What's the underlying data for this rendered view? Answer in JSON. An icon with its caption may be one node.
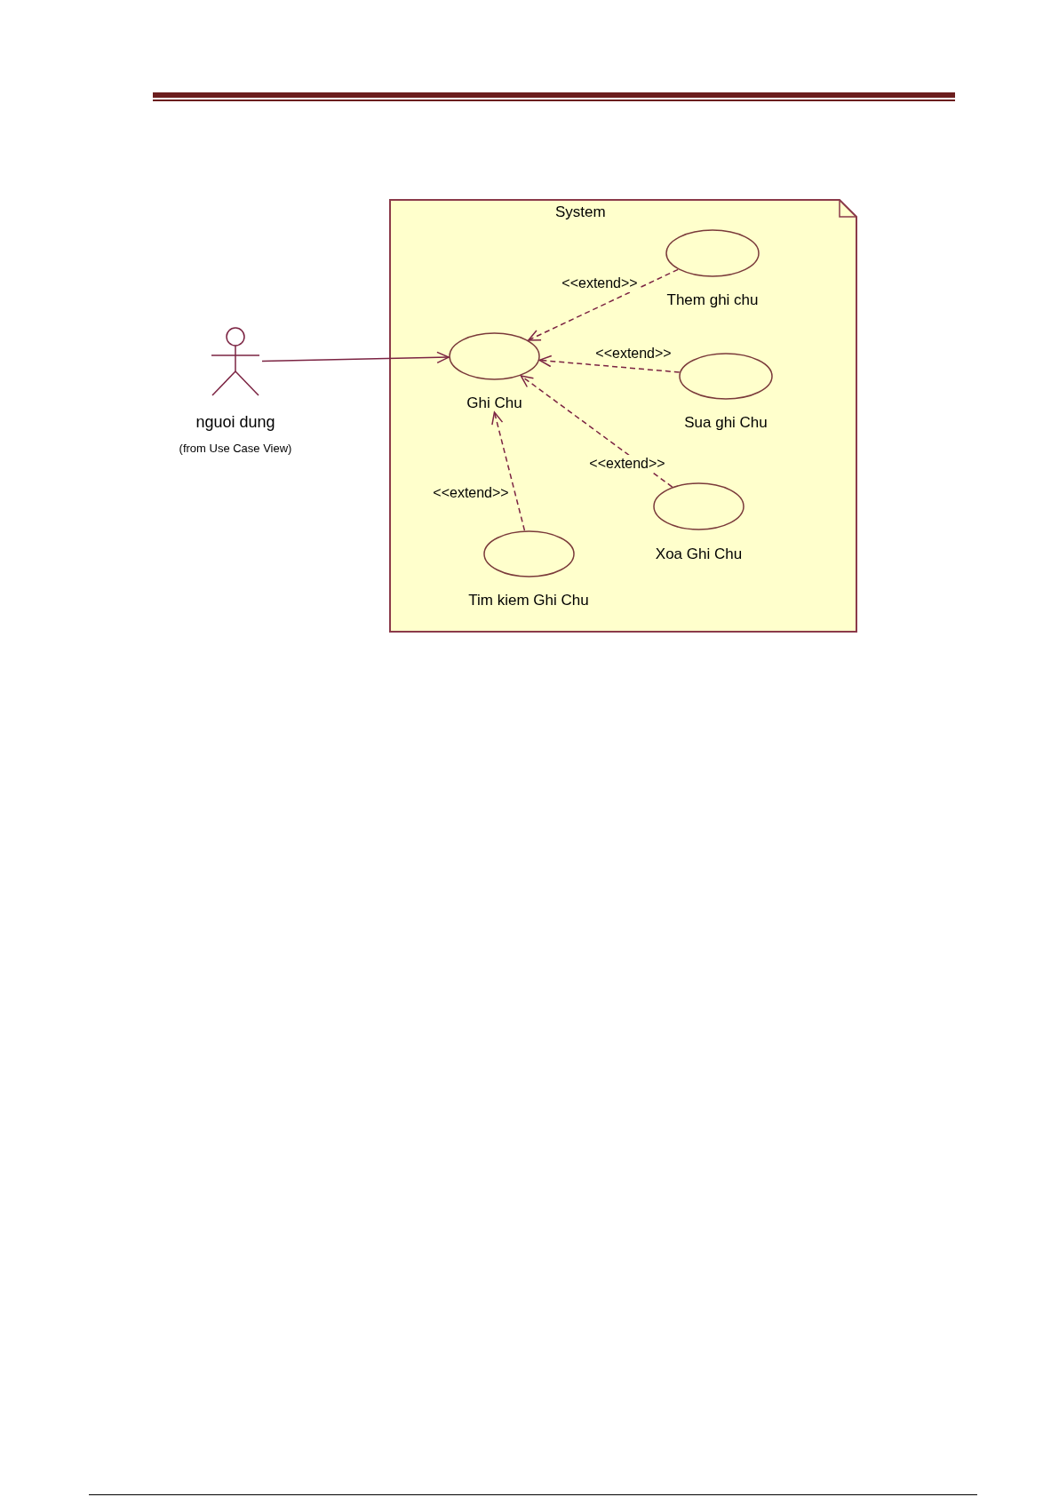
{
  "diagram": {
    "nodes": [
      {
        "text": [
          "System"
        ]
      },
      {
        "text": [
          "nguoi dung"
        ],
        "beside": [
          "(from Use Case View)"
        ]
      },
      {
        "text": [
          "Them ghi chu"
        ],
        "in": 0
      },
      {
        "text": [
          "Ghi Chu"
        ],
        "in": 0
      },
      {
        "text": [
          "Sua ghi Chu"
        ],
        "in": 0
      },
      {
        "text": [
          "Xoa Ghi Chu"
        ],
        "in": 0
      },
      {
        "text": [
          "Tim kiem Ghi Chu"
        ],
        "in": 0
      }
    ],
    "edges": [
      {
        "from": 1,
        "to": 3,
        "arrow": "to"
      },
      {
        "from": 2,
        "to": 3,
        "arrow": "to",
        "label": "<<extend>>",
        "style": "dashed"
      },
      {
        "from": 4,
        "to": 3,
        "arrow": "to",
        "label": "<<extend>>",
        "style": "dashed"
      },
      {
        "from": 5,
        "to": 3,
        "arrow": "to",
        "label": "<<extend>>",
        "style": "dashed"
      },
      {
        "from": 6,
        "to": 3,
        "arrow": "to",
        "label": "<<extend>>",
        "style": "dashed"
      }
    ]
  }
}
